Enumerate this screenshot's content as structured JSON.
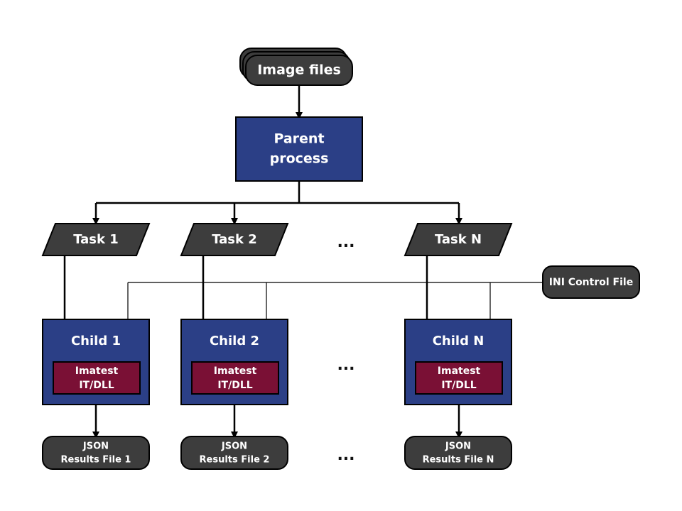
{
  "input": {
    "label": "Image files"
  },
  "parent": {
    "line1": "Parent",
    "line2": "process"
  },
  "tasks": [
    {
      "label": "Task 1"
    },
    {
      "label": "Task 2"
    },
    {
      "label": "Task N"
    }
  ],
  "task_ellipsis": "...",
  "control": {
    "label": "INI Control File"
  },
  "children": [
    {
      "label": "Child 1",
      "dll_line1": "Imatest",
      "dll_line2": "IT/DLL"
    },
    {
      "label": "Child 2",
      "dll_line1": "Imatest",
      "dll_line2": "IT/DLL"
    },
    {
      "label": "Child N",
      "dll_line1": "Imatest",
      "dll_line2": "IT/DLL"
    }
  ],
  "child_ellipsis": "...",
  "results": [
    {
      "line1": "JSON",
      "line2": "Results File 1"
    },
    {
      "line1": "JSON",
      "line2": "Results File 2"
    },
    {
      "line1": "JSON",
      "line2": "Results File N"
    }
  ],
  "result_ellipsis": "...",
  "colors": {
    "process_blue": "#2b3f86",
    "dll_maroon": "#7a1035",
    "terminal_gray": "#3d3d3d",
    "line": "#000000"
  }
}
